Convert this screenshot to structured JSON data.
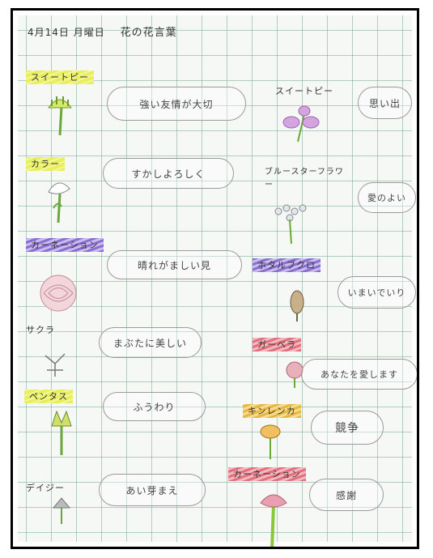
{
  "header": {
    "date": "4月14日 月曜日",
    "title": "花の花言葉"
  },
  "entries": [
    {
      "name": "スイートピー",
      "meaning": "強い友情が大切"
    },
    {
      "name": "カラー",
      "meaning": "すかしよろしく"
    },
    {
      "name": "カーネーション",
      "meaning": "晴れがましい見"
    },
    {
      "name": "サクラ",
      "meaning": "まぶたに美しい"
    },
    {
      "name": "ペンタス",
      "meaning": "ふうわり"
    },
    {
      "name": "デイジー",
      "meaning": "あい芽まえ"
    },
    {
      "name": "スイートピー",
      "meaning": "思い出"
    },
    {
      "name": "ブルースターフラワー",
      "meaning": "愛のよい"
    },
    {
      "name": "ホタルブクロ",
      "meaning": "いまいでいり"
    },
    {
      "name": "ガーベラ",
      "meaning": "あなたを愛します"
    },
    {
      "name": "キンレンカ",
      "meaning": "競争"
    },
    {
      "name": "カーネーション",
      "meaning": "感謝"
    }
  ],
  "colors": {
    "grid": "#78aa96",
    "highlight_yellow": "#e8ef5a",
    "highlight_purple": "#8a6fd0",
    "highlight_pink": "#e2707c",
    "highlight_orange": "#e8b640"
  }
}
